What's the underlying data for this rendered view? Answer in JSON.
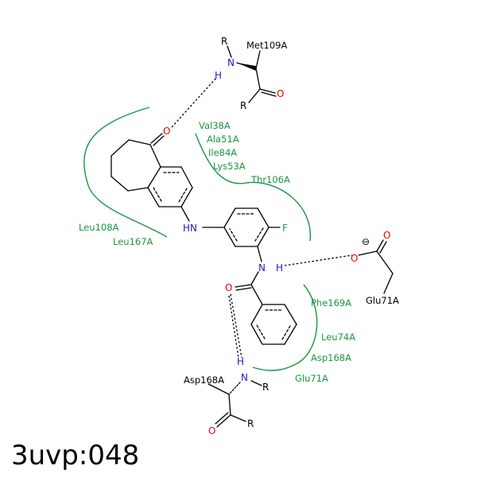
{
  "diagram": {
    "id_label": "3uvp:048",
    "atoms": {
      "N_top": "N",
      "H_top": "H",
      "R_top": "R",
      "R_mid": "R",
      "O_top": "O",
      "O_ketone": "O",
      "N_amine": "HN",
      "F": "F",
      "N_amide": "N",
      "H_amide": "H",
      "O_amide": "O",
      "O_carboxy1": "O",
      "O_carboxy2": "O",
      "charge": "⊖",
      "H_bot": "H",
      "N_bot": "N",
      "R_bot": "R",
      "R_bot2": "R",
      "O_bot": "O"
    },
    "residue_labels": {
      "met109": "Met109A",
      "glu71_top": "Glu71A",
      "asp168_bot": "Asp168A",
      "val38": "Val38A",
      "ala51": "Ala51A",
      "ile84": "Ile84A",
      "lys53": "Lys53A",
      "thr106": "Thr106A",
      "leu108": "Leu108A",
      "leu167": "Leu167A",
      "phe169": "Phe169A",
      "leu74": "Leu74A",
      "asp168": "Asp168A",
      "glu71": "Glu71A"
    },
    "colors": {
      "carbon": "#000000",
      "nitrogen": "#1a1acc",
      "oxygen": "#e60000",
      "fluorine": "#1a9641",
      "residue": "#1a9641"
    }
  }
}
